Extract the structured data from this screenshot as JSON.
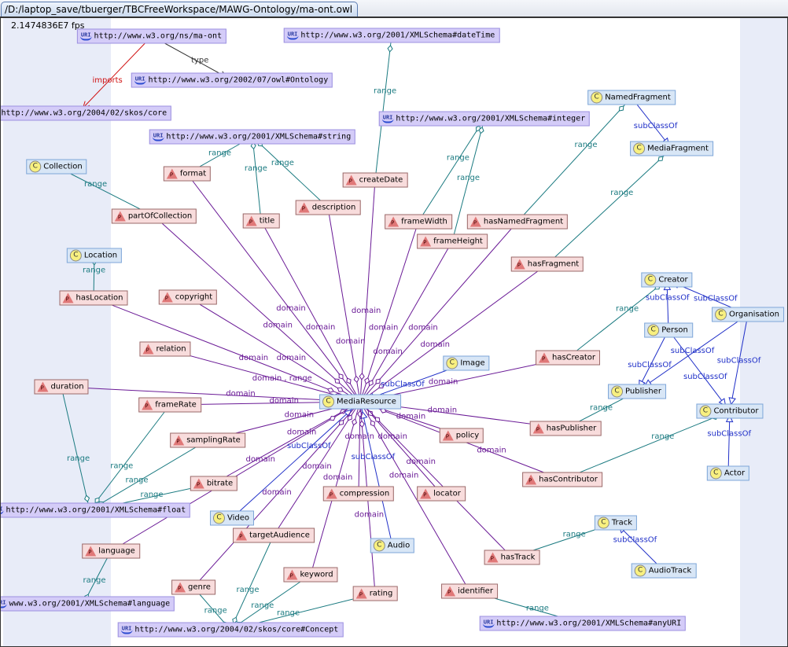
{
  "window": {
    "tab_title": "/D:/laptop_save/tbuerger/TBCFreeWorkspace/MAWG-Ontology/ma-ont.owl",
    "fps": "2.1474836E7 fps"
  },
  "colors": {
    "domain": "#6a1a96",
    "range": "#1a7a80",
    "subClassOf": "#2030c8",
    "imports": "#d01010",
    "type": "#333333"
  },
  "nodes": [
    {
      "id": "maont",
      "kind": "uri",
      "label": "http://www.w3.org/ns/ma-ont"
    },
    {
      "id": "dateTime",
      "kind": "uri",
      "label": "http://www.w3.org/2001/XMLSchema#dateTime"
    },
    {
      "id": "owlOntology",
      "kind": "uri",
      "label": "http://www.w3.org/2002/07/owl#Ontology"
    },
    {
      "id": "skosCore",
      "kind": "uri",
      "label": "http://www.w3.org/2004/02/skos/core"
    },
    {
      "id": "integer",
      "kind": "uri",
      "label": "http://www.w3.org/2001/XMLSchema#integer"
    },
    {
      "id": "string",
      "kind": "uri",
      "label": "http://www.w3.org/2001/XMLSchema#string"
    },
    {
      "id": "float",
      "kind": "uri",
      "label": "http://www.w3.org/2001/XMLSchema#float"
    },
    {
      "id": "languageUri",
      "kind": "uri",
      "label": "www.w3.org/2001/XMLSchema#language"
    },
    {
      "id": "concept",
      "kind": "uri",
      "label": "http://www.w3.org/2004/02/skos/core#Concept"
    },
    {
      "id": "anyURI",
      "kind": "uri",
      "label": "http://www.w3.org/2001/XMLSchema#anyURI"
    },
    {
      "id": "NamedFragment",
      "kind": "cls",
      "label": "NamedFragment"
    },
    {
      "id": "MediaFragment",
      "kind": "cls",
      "label": "MediaFragment"
    },
    {
      "id": "Collection",
      "kind": "cls",
      "label": "Collection"
    },
    {
      "id": "Location",
      "kind": "cls",
      "label": "Location"
    },
    {
      "id": "Creator",
      "kind": "cls",
      "label": "Creator"
    },
    {
      "id": "Organisation",
      "kind": "cls",
      "label": "Organisation"
    },
    {
      "id": "Person",
      "kind": "cls",
      "label": "Person"
    },
    {
      "id": "Image",
      "kind": "cls",
      "label": "Image"
    },
    {
      "id": "MediaResource",
      "kind": "cls",
      "label": "MediaResource"
    },
    {
      "id": "Publisher",
      "kind": "cls",
      "label": "Publisher"
    },
    {
      "id": "Contributor",
      "kind": "cls",
      "label": "Contributor"
    },
    {
      "id": "Actor",
      "kind": "cls",
      "label": "Actor"
    },
    {
      "id": "Video",
      "kind": "cls",
      "label": "Video"
    },
    {
      "id": "Track",
      "kind": "cls",
      "label": "Track"
    },
    {
      "id": "Audio",
      "kind": "cls",
      "label": "Audio"
    },
    {
      "id": "AudioTrack",
      "kind": "cls",
      "label": "AudioTrack"
    },
    {
      "id": "format",
      "kind": "prop",
      "label": "format"
    },
    {
      "id": "createDate",
      "kind": "prop",
      "label": "createDate"
    },
    {
      "id": "partOfCollection",
      "kind": "prop",
      "label": "partOfCollection"
    },
    {
      "id": "title",
      "kind": "prop",
      "label": "title"
    },
    {
      "id": "description",
      "kind": "prop",
      "label": "description"
    },
    {
      "id": "frameWidth",
      "kind": "prop",
      "label": "frameWidth"
    },
    {
      "id": "hasNamedFragment",
      "kind": "prop",
      "label": "hasNamedFragment"
    },
    {
      "id": "frameHeight",
      "kind": "prop",
      "label": "frameHeight"
    },
    {
      "id": "hasFragment",
      "kind": "prop",
      "label": "hasFragment"
    },
    {
      "id": "hasLocation",
      "kind": "prop",
      "label": "hasLocation"
    },
    {
      "id": "copyright",
      "kind": "prop",
      "label": "copyright"
    },
    {
      "id": "relation",
      "kind": "prop",
      "label": "relation"
    },
    {
      "id": "hasCreator",
      "kind": "prop",
      "label": "hasCreator"
    },
    {
      "id": "duration",
      "kind": "prop",
      "label": "duration"
    },
    {
      "id": "frameRate",
      "kind": "prop",
      "label": "frameRate"
    },
    {
      "id": "hasPublisher",
      "kind": "prop",
      "label": "hasPublisher"
    },
    {
      "id": "policy",
      "kind": "prop",
      "label": "policy"
    },
    {
      "id": "samplingRate",
      "kind": "prop",
      "label": "samplingRate"
    },
    {
      "id": "bitrate",
      "kind": "prop",
      "label": "bitrate"
    },
    {
      "id": "hasContributor",
      "kind": "prop",
      "label": "hasContributor"
    },
    {
      "id": "compression",
      "kind": "prop",
      "label": "compression"
    },
    {
      "id": "locator",
      "kind": "prop",
      "label": "locator"
    },
    {
      "id": "targetAudience",
      "kind": "prop",
      "label": "targetAudience"
    },
    {
      "id": "language",
      "kind": "prop",
      "label": "language"
    },
    {
      "id": "hasTrack",
      "kind": "prop",
      "label": "hasTrack"
    },
    {
      "id": "keyword",
      "kind": "prop",
      "label": "keyword"
    },
    {
      "id": "genre",
      "kind": "prop",
      "label": "genre"
    },
    {
      "id": "rating",
      "kind": "prop",
      "label": "rating"
    },
    {
      "id": "identifier",
      "kind": "prop",
      "label": "identifier"
    }
  ],
  "edges": [
    {
      "from": "maont",
      "to": "skosCore",
      "type": "imports",
      "label": "imports"
    },
    {
      "from": "maont",
      "to": "owlOntology",
      "type": "type",
      "label": "type"
    },
    {
      "from": "createDate",
      "to": "dateTime",
      "type": "range",
      "label": "range"
    },
    {
      "from": "format",
      "to": "string",
      "type": "range",
      "label": "range"
    },
    {
      "from": "title",
      "to": "string",
      "type": "range",
      "label": "range"
    },
    {
      "from": "description",
      "to": "string",
      "type": "range",
      "label": "range"
    },
    {
      "from": "frameWidth",
      "to": "integer",
      "type": "range",
      "label": "range"
    },
    {
      "from": "frameHeight",
      "to": "integer",
      "type": "range",
      "label": "range"
    },
    {
      "from": "hasNamedFragment",
      "to": "NamedFragment",
      "type": "range",
      "label": "range"
    },
    {
      "from": "hasFragment",
      "to": "MediaFragment",
      "type": "range",
      "label": "range"
    },
    {
      "from": "partOfCollection",
      "to": "Collection",
      "type": "range",
      "label": "range"
    },
    {
      "from": "hasLocation",
      "to": "Location",
      "type": "range",
      "label": "range"
    },
    {
      "from": "hasCreator",
      "to": "Creator",
      "type": "range",
      "label": "range"
    },
    {
      "from": "hasPublisher",
      "to": "Publisher",
      "type": "range",
      "label": "range"
    },
    {
      "from": "hasContributor",
      "to": "Contributor",
      "type": "range",
      "label": "range"
    },
    {
      "from": "duration",
      "to": "float",
      "type": "range",
      "label": "range"
    },
    {
      "from": "frameRate",
      "to": "float",
      "type": "range",
      "label": "range"
    },
    {
      "from": "samplingRate",
      "to": "float",
      "type": "range",
      "label": "range"
    },
    {
      "from": "bitrate",
      "to": "float",
      "type": "range",
      "label": "range"
    },
    {
      "from": "language",
      "to": "languageUri",
      "type": "range",
      "label": "range"
    },
    {
      "from": "genre",
      "to": "concept",
      "type": "range",
      "label": "range"
    },
    {
      "from": "targetAudience",
      "to": "concept",
      "type": "range",
      "label": "range"
    },
    {
      "from": "keyword",
      "to": "concept",
      "type": "range",
      "label": "range"
    },
    {
      "from": "rating",
      "to": "concept",
      "type": "range",
      "label": "range"
    },
    {
      "from": "hasTrack",
      "to": "Track",
      "type": "range",
      "label": "range"
    },
    {
      "from": "identifier",
      "to": "anyURI",
      "type": "range",
      "label": "range"
    },
    {
      "from": "NamedFragment",
      "to": "MediaFragment",
      "type": "subClassOf",
      "label": "subClassOf"
    },
    {
      "from": "Person",
      "to": "Creator",
      "type": "subClassOf",
      "label": "subClassOf"
    },
    {
      "from": "Organisation",
      "to": "Creator",
      "type": "subClassOf",
      "label": "subClassOf"
    },
    {
      "from": "Person",
      "to": "Publisher",
      "type": "subClassOf",
      "label": "subClassOf"
    },
    {
      "from": "Organisation",
      "to": "Publisher",
      "type": "subClassOf",
      "label": "subClassOf"
    },
    {
      "from": "Person",
      "to": "Contributor",
      "type": "subClassOf",
      "label": "subClassOf"
    },
    {
      "from": "Organisation",
      "to": "Contributor",
      "type": "subClassOf",
      "label": "subClassOf"
    },
    {
      "from": "Actor",
      "to": "Contributor",
      "type": "subClassOf",
      "label": "subClassOf"
    },
    {
      "from": "AudioTrack",
      "to": "Track",
      "type": "subClassOf",
      "label": "subClassOf"
    },
    {
      "from": "Image",
      "to": "MediaResource",
      "type": "subClassOf",
      "label": "subClassOf"
    },
    {
      "from": "Video",
      "to": "MediaResource",
      "type": "subClassOf",
      "label": "subClassOf"
    },
    {
      "from": "Audio",
      "to": "MediaResource",
      "type": "subClassOf",
      "label": "subClassOf"
    },
    {
      "from": "format",
      "to": "MediaResource",
      "type": "domain",
      "label": "domain"
    },
    {
      "from": "createDate",
      "to": "MediaResource",
      "type": "domain",
      "label": "domain"
    },
    {
      "from": "partOfCollection",
      "to": "MediaResource",
      "type": "domain",
      "label": "domain"
    },
    {
      "from": "title",
      "to": "MediaResource",
      "type": "domain",
      "label": "domain"
    },
    {
      "from": "description",
      "to": "MediaResource",
      "type": "domain",
      "label": "domain"
    },
    {
      "from": "frameWidth",
      "to": "MediaResource",
      "type": "domain",
      "label": "domain"
    },
    {
      "from": "hasNamedFragment",
      "to": "MediaResource",
      "type": "domain",
      "label": "domain"
    },
    {
      "from": "frameHeight",
      "to": "MediaResource",
      "type": "domain",
      "label": "domain"
    },
    {
      "from": "hasFragment",
      "to": "MediaResource",
      "type": "domain",
      "label": "domain"
    },
    {
      "from": "hasLocation",
      "to": "MediaResource",
      "type": "domain",
      "label": "domain"
    },
    {
      "from": "copyright",
      "to": "MediaResource",
      "type": "domain",
      "label": "domain"
    },
    {
      "from": "relation",
      "to": "MediaResource",
      "type": "domain",
      "label": "domain , range"
    },
    {
      "from": "hasCreator",
      "to": "MediaResource",
      "type": "domain",
      "label": "domain"
    },
    {
      "from": "duration",
      "to": "MediaResource",
      "type": "domain",
      "label": "domain"
    },
    {
      "from": "frameRate",
      "to": "MediaResource",
      "type": "domain",
      "label": "domain"
    },
    {
      "from": "hasPublisher",
      "to": "MediaResource",
      "type": "domain",
      "label": "domain"
    },
    {
      "from": "policy",
      "to": "MediaResource",
      "type": "domain",
      "label": "domain"
    },
    {
      "from": "samplingRate",
      "to": "MediaResource",
      "type": "domain",
      "label": "domain"
    },
    {
      "from": "bitrate",
      "to": "MediaResource",
      "type": "domain",
      "label": "domain"
    },
    {
      "from": "hasContributor",
      "to": "MediaResource",
      "type": "domain",
      "label": "domain"
    },
    {
      "from": "compression",
      "to": "MediaResource",
      "type": "domain",
      "label": "domain"
    },
    {
      "from": "locator",
      "to": "MediaResource",
      "type": "domain",
      "label": "domain"
    },
    {
      "from": "targetAudience",
      "to": "MediaResource",
      "type": "domain",
      "label": "domain"
    },
    {
      "from": "language",
      "to": "MediaResource",
      "type": "domain",
      "label": "domain"
    },
    {
      "from": "hasTrack",
      "to": "MediaResource",
      "type": "domain",
      "label": "domain"
    },
    {
      "from": "keyword",
      "to": "MediaResource",
      "type": "domain",
      "label": "domain"
    },
    {
      "from": "genre",
      "to": "MediaResource",
      "type": "domain",
      "label": "domain"
    },
    {
      "from": "rating",
      "to": "MediaResource",
      "type": "domain",
      "label": "domain"
    },
    {
      "from": "identifier",
      "to": "MediaResource",
      "type": "domain",
      "label": "domain"
    }
  ]
}
